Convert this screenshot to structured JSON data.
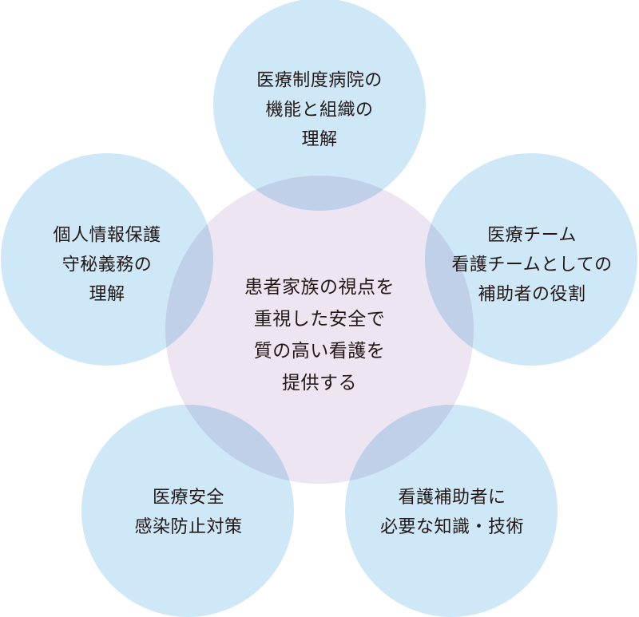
{
  "colors": {
    "outer_circle": "#cfe8f7",
    "center_circle": "#ede5f1",
    "text": "#231815"
  },
  "center": {
    "lines": [
      "患者家族の視点を",
      "重視した安全で",
      "質の高い看護を",
      "提供する"
    ]
  },
  "nodes": [
    {
      "id": "top",
      "lines": [
        "医療制度病院の",
        "機能と組織の",
        "理解"
      ]
    },
    {
      "id": "right",
      "lines": [
        "医療チーム",
        "看護チームとしての",
        "補助者の役割"
      ]
    },
    {
      "id": "bottom-right",
      "lines": [
        "看護補助者に",
        "必要な知識・技術"
      ]
    },
    {
      "id": "bottom-left",
      "lines": [
        "医療安全",
        "感染防止対策"
      ]
    },
    {
      "id": "left",
      "lines": [
        "個人情報保護",
        "守秘義務の",
        "理解"
      ]
    }
  ]
}
